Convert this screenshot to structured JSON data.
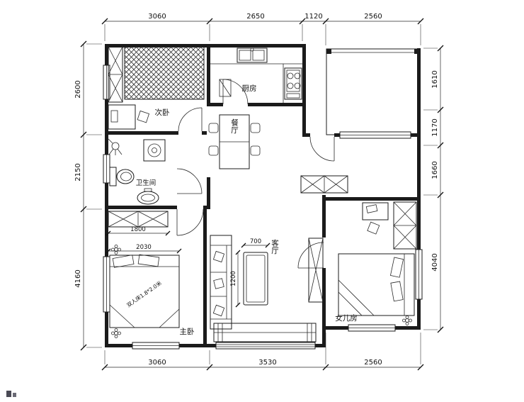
{
  "page": {
    "background": "#ffffff",
    "line_color": "#1b1b1b"
  },
  "dimensions": {
    "top": [
      "3060",
      "2650",
      "1120",
      "2560"
    ],
    "bottom": [
      "3060",
      "3530",
      "2560"
    ],
    "left": [
      "2600",
      "2150",
      "4160"
    ],
    "right": [
      "1610",
      "1170",
      "1660",
      "4040"
    ]
  },
  "rooms": {
    "secondary_bedroom": "次卧",
    "kitchen": "厨房",
    "dining_room": "餐厅",
    "bathroom": "卫生间",
    "master_bedroom": "主卧",
    "living_room": "客厅",
    "daughter_room": "女儿房"
  },
  "interior": {
    "wardrobe_width": "1800",
    "bed_width": "2030",
    "table_width": "700",
    "table_length": "1200"
  },
  "annotations": {
    "master_bed": "双人床1.8*2.0米"
  }
}
